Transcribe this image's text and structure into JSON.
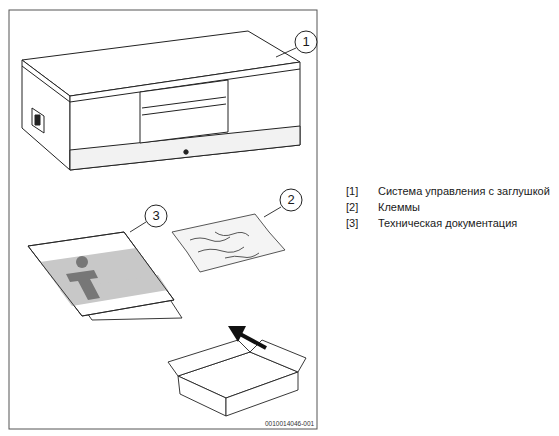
{
  "diagram": {
    "labels": [
      "1",
      "2",
      "3",
      "[1]",
      "Система управления с заглушкой",
      "[2]",
      "Клеммы",
      "[3]",
      "Техническая документация",
      "0010014046-001"
    ]
  }
}
